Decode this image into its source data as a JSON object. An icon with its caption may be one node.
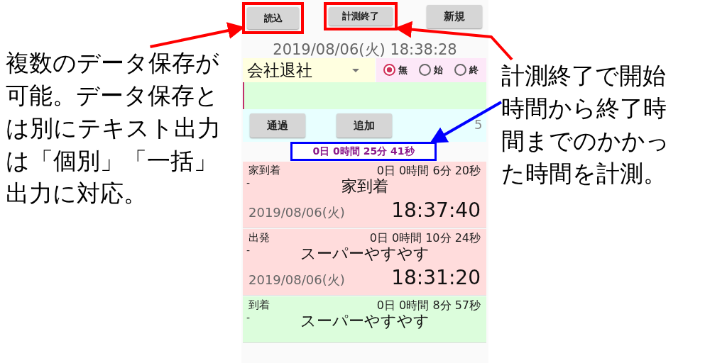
{
  "diagram": {
    "nodes": [
      {
        "text": [
          "読込"
        ]
      },
      {
        "text": [
          "計測終了"
        ]
      },
      {
        "text": [
          "新規"
        ]
      },
      {
        "text": [
          "複数のデータ保存が可能。データ保存とは別にテキスト出力は「個別」「一括」出力に対応。"
        ]
      },
      {
        "text": [
          "会社退社"
        ]
      },
      {
        "text": [
          "計測終了で開始時間から終了時間までのかかった時間を計測。"
        ]
      },
      {
        "text": [
          "通過"
        ]
      },
      {
        "text": [
          "追加"
        ]
      },
      {
        "text": [
          "0日 0時間 25分 41秒"
        ]
      },
      {
        "text": [
          "家到着",
          "0日 0時間 6分 20秒",
          "-",
          "家到着",
          "2019/08/06(火)",
          "18:37:40"
        ]
      },
      {
        "text": [
          "出発",
          "0日 0時間 10分 24秒",
          "-",
          "スーパーやすやす",
          "2019/08/06(火)",
          "18:31:20"
        ]
      },
      {
        "text": [
          "到着",
          "0日 0時間 8分 57秒",
          "-",
          "スーパーやすやす"
        ]
      }
    ],
    "edges": [
      {
        "from": 3,
        "to": 0,
        "arrow": "to"
      },
      {
        "from": 5,
        "to": 1,
        "arrow": "to"
      },
      {
        "from": 5,
        "to": 8,
        "arrow": "to",
        "color": "#0000ff"
      }
    ],
    "labels": [
      "2019/08/06(火) 18:38:28",
      "無",
      "始",
      "終",
      "5"
    ]
  }
}
